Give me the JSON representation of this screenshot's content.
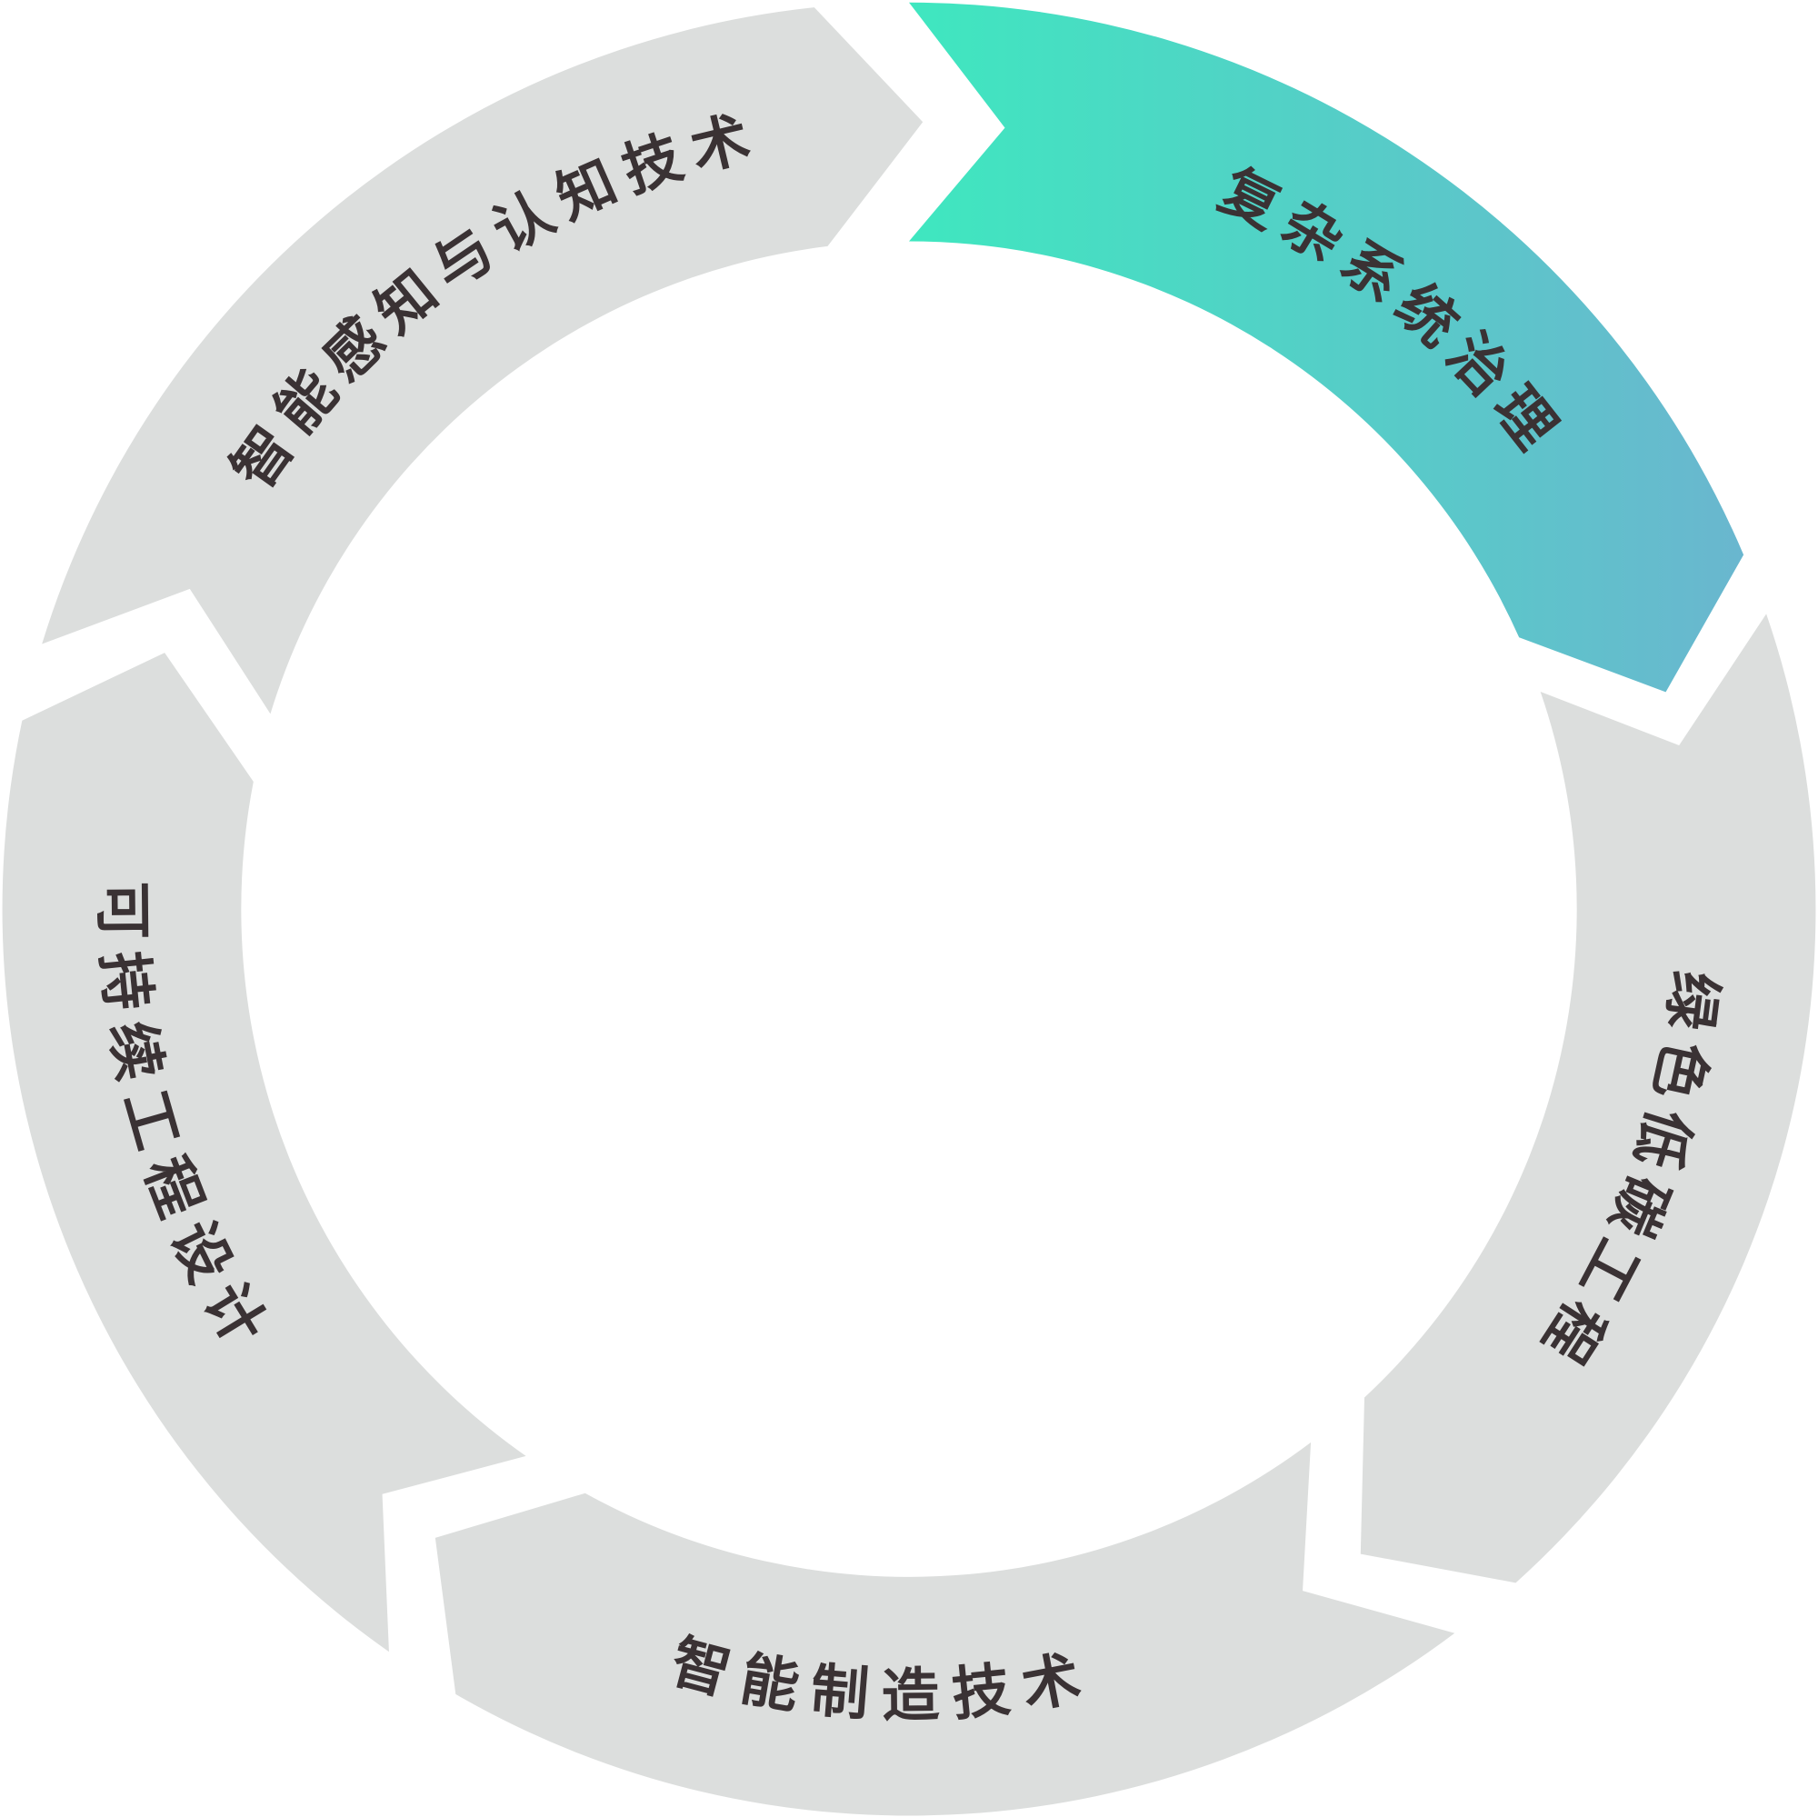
{
  "diagram": {
    "type": "cycle",
    "segments": [
      {
        "label": "复杂系统治理",
        "highlighted": true,
        "direction": "cw"
      },
      {
        "label": "绿色低碳工程",
        "highlighted": false,
        "direction": "cw"
      },
      {
        "label": "智能制造技术",
        "highlighted": false,
        "direction": "ccw"
      },
      {
        "label": "可持续工程设计",
        "highlighted": false,
        "direction": "ccw"
      },
      {
        "label": "智能感知与认知技术",
        "highlighted": false,
        "direction": "cw"
      }
    ],
    "colors": {
      "segment": "#dcdedd",
      "highlight_start": "#3ee8bf",
      "highlight_end": "#6ab6cf",
      "text": "#3a3234"
    }
  }
}
